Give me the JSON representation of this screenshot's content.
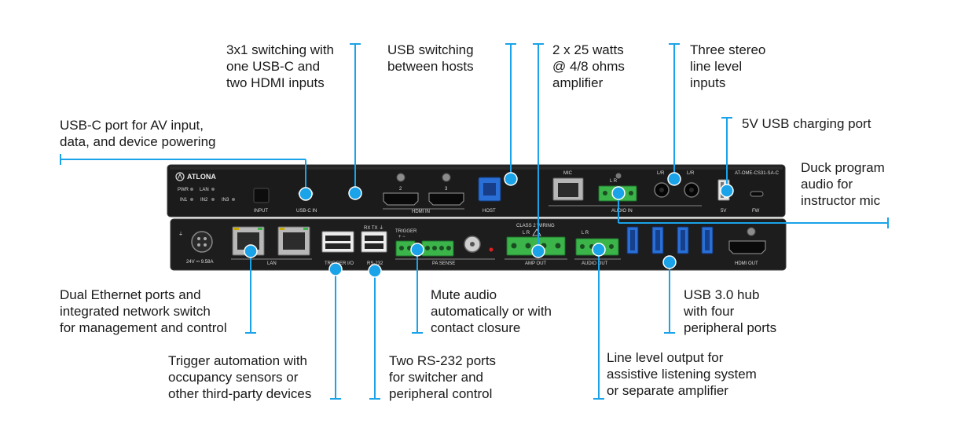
{
  "callouts": {
    "switching": "3x1 switching with\none USB-C and\ntwo HDMI inputs",
    "usb_hosts": "USB switching\nbetween hosts",
    "amplifier": "2 x 25 watts\n@ 4/8 ohms\namplifier",
    "stereo_inputs": "Three stereo\nline level\ninputs",
    "usb_charging": "5V USB charging port",
    "usbc_port": "USB-C port for AV input,\ndata, and device powering",
    "duck": "Duck program\naudio for\ninstructor mic",
    "ethernet": "Dual Ethernet ports and\nintegrated network switch\nfor management and control",
    "mute": "Mute audio\nautomatically or with\ncontact closure",
    "usb_hub": "USB 3.0 hub\nwith four\nperipheral ports",
    "trigger": "Trigger automation with\noccupancy sensors or\nother third-party devices",
    "rs232": "Two RS-232 ports\nfor switcher and\nperipheral control",
    "line_out": "Line level output for\nassistive listening system\nor separate amplifier"
  },
  "device_front": {
    "brand": "ATLONA",
    "model": "AT-OME-CS31-SA-C",
    "led_pwr": "PWR",
    "led_lan": "LAN",
    "led_in1": "IN1",
    "led_in2": "IN2",
    "led_in3": "IN3",
    "input_button": "INPUT",
    "usbc_in": "USB-C IN",
    "hdmi_2": "2",
    "hdmi_3": "3",
    "hdmi_in": "HDMI IN",
    "host": "HOST",
    "mic": "MIC",
    "audio_in": "AUDIO IN",
    "lr_1": "L/R",
    "lr_2": "L/R",
    "lr_3": "L   R",
    "usb_5v": "5V",
    "fw": "FW"
  },
  "device_rear": {
    "power": "24V ⎓ 9.58A",
    "lan": "LAN",
    "trigger_io": "TRIGGER I/O",
    "rs232": "RS-232",
    "rs232_pins": "RX  TX  ⏚",
    "trigger": "TRIGGER",
    "trigger_pins": "+   −",
    "pa_sense": "PA SENSE",
    "class2": "CLASS 2 WIRING",
    "amp_lr": "L         R",
    "amp_out": "AMP OUT",
    "audio_out_lr": "L         R",
    "audio_out": "AUDIO OUT",
    "hdmi_out": "HDMI OUT"
  },
  "colors": {
    "accent": "#1aa3e8",
    "chassis": "#1e1e1e",
    "terminal": "#3bb54a",
    "usb_blue": "#2a6fd6"
  }
}
